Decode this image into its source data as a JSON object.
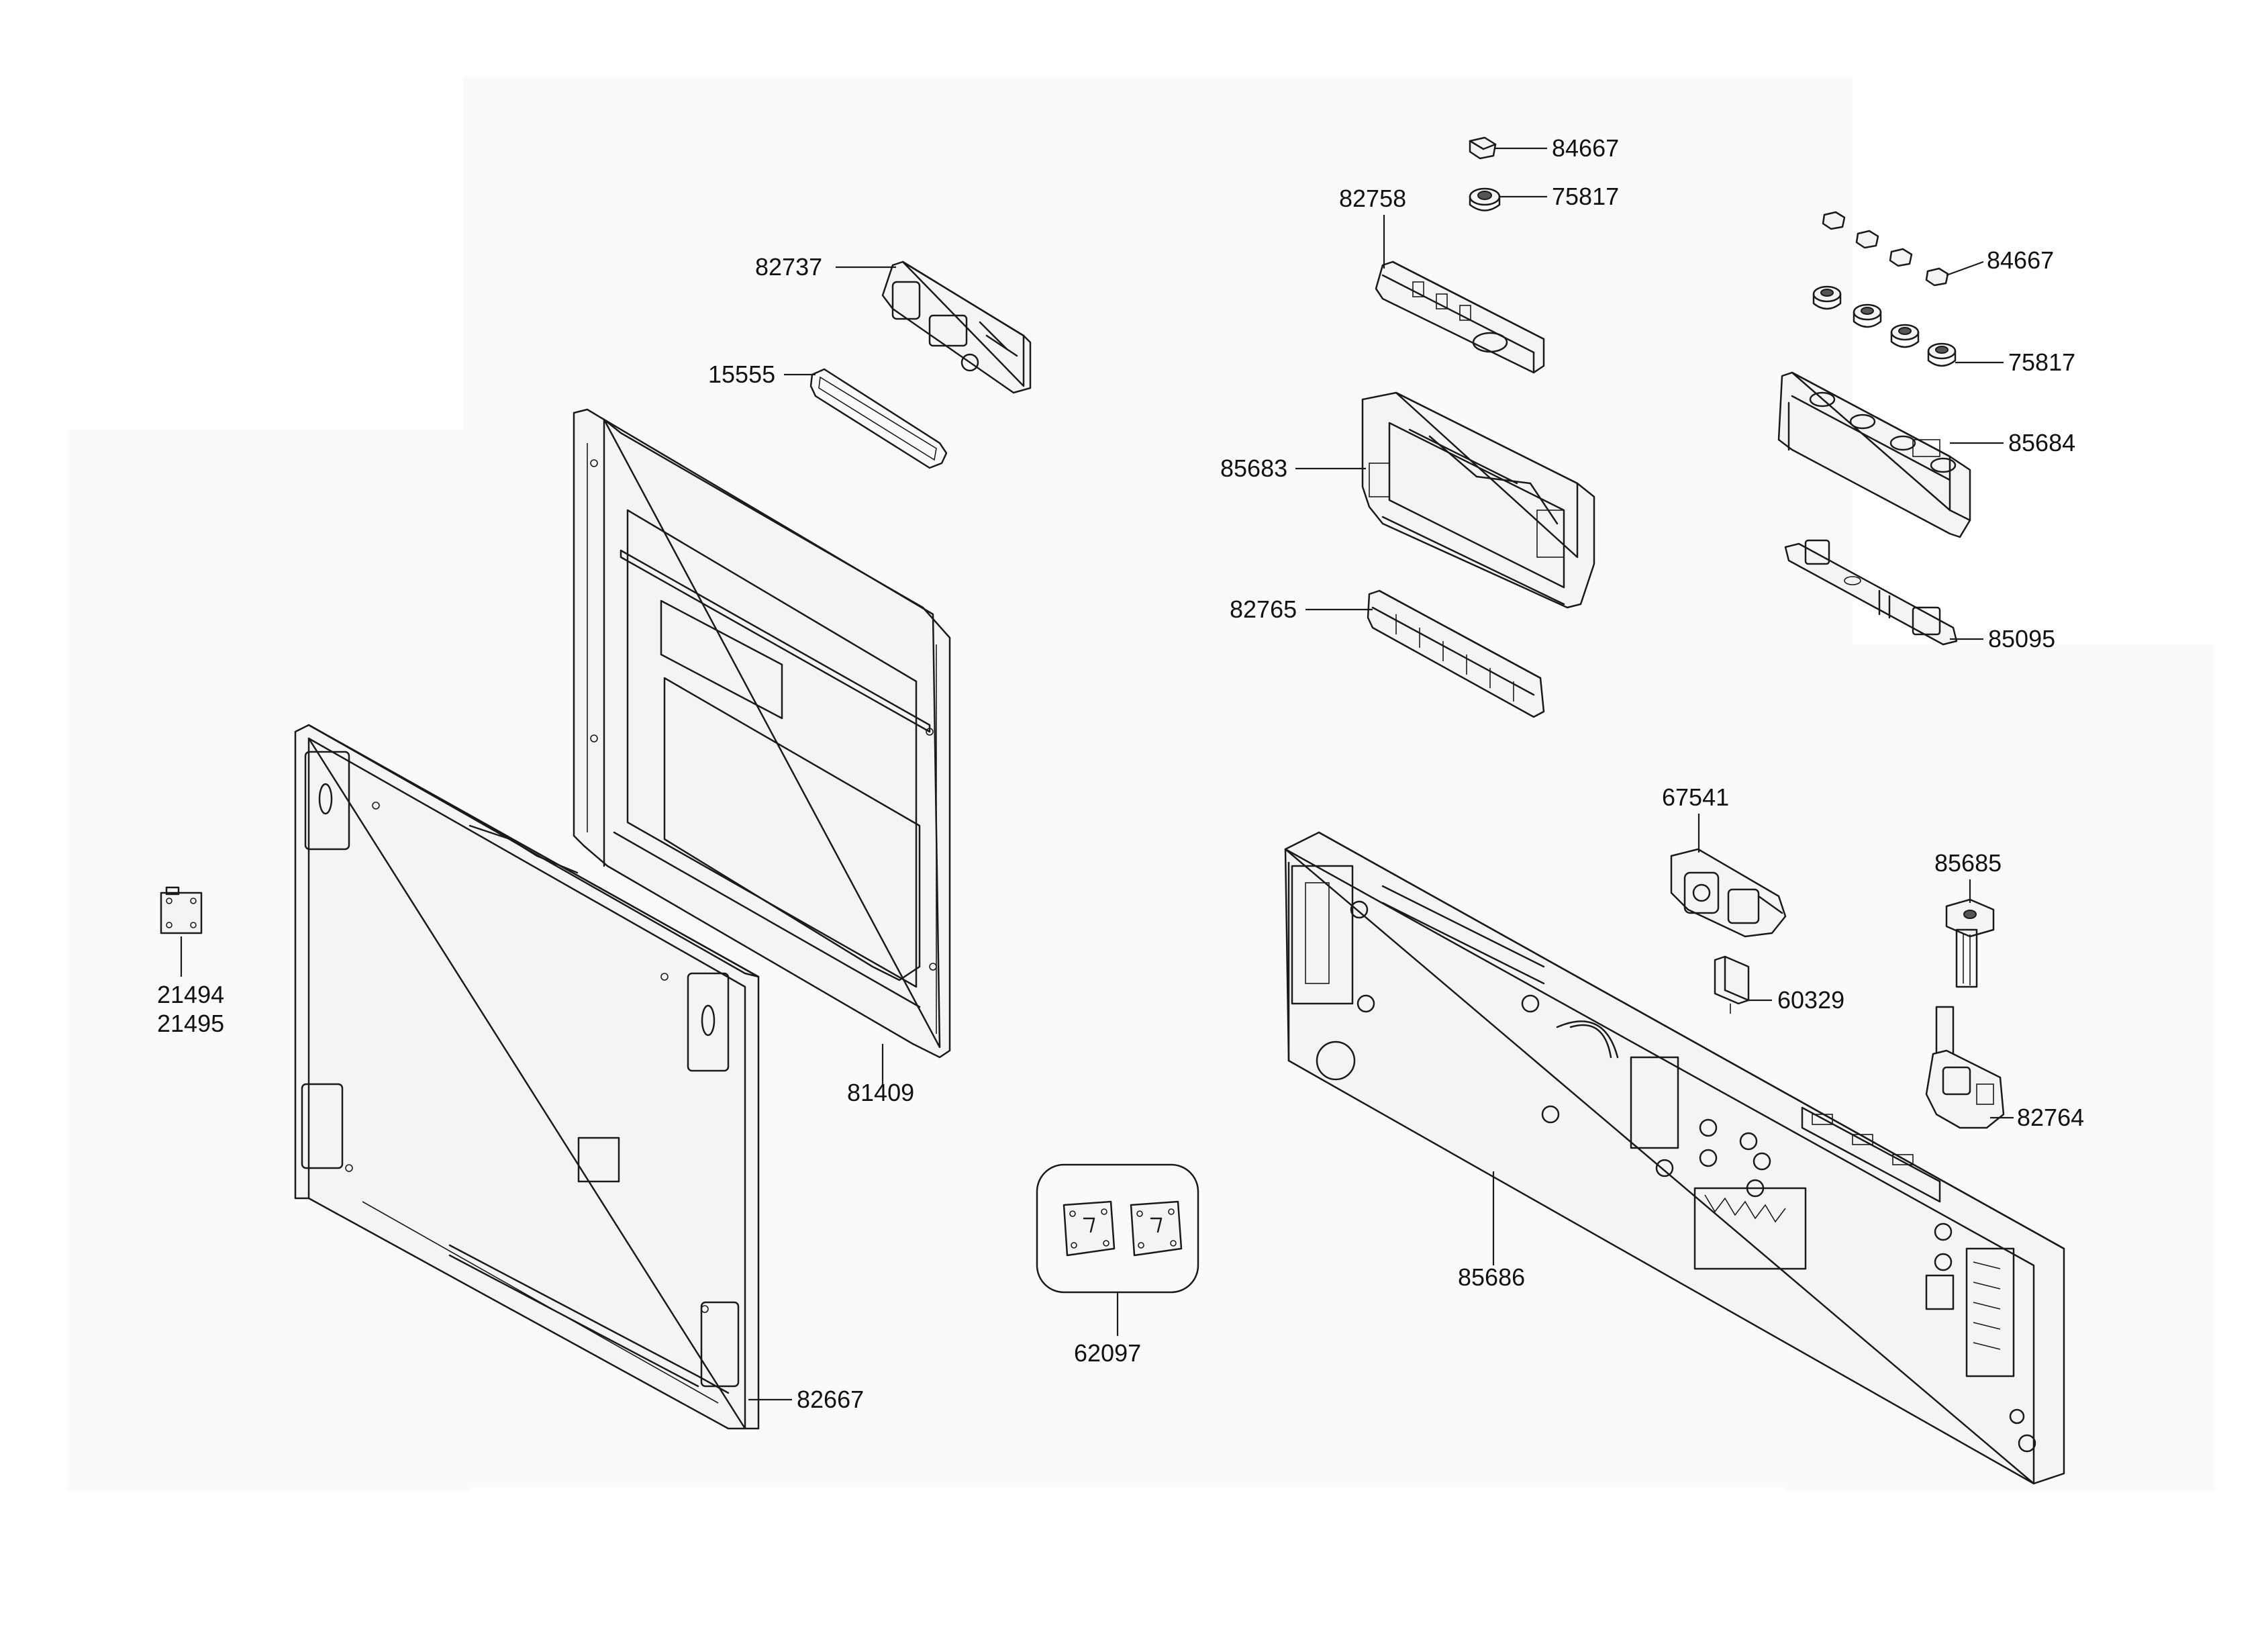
{
  "labels": {
    "l84667a": "84667",
    "l75817a": "75817",
    "l82758": "82758",
    "l82737": "82737",
    "l84667b": "84667",
    "l15555": "15555",
    "l75817b": "75817",
    "l85684": "85684",
    "l85683": "85683",
    "l82765": "82765",
    "l85095": "85095",
    "l67541": "67541",
    "l85685": "85685",
    "l21494": "21494",
    "l21495": "21495",
    "l60329": "60329",
    "l81409": "81409",
    "l82764": "82764",
    "l85686": "85686",
    "l62097": "62097",
    "l82667": "82667"
  }
}
